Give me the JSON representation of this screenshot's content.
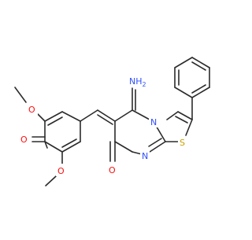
{
  "molecule": {
    "atom_labels": {
      "amine": "NH",
      "amine_sub": "2",
      "ring_n": "N",
      "imine_n": "N",
      "sulfur": "S",
      "ketone_o": "O",
      "quinone_o": "O",
      "methoxy_o_top": "O",
      "methoxy_o_bottom": "O"
    },
    "colors": {
      "bond": "#2b2b2b",
      "nitrogen": "#3050f8",
      "oxygen": "#ff0d0d",
      "sulfur": "#c8a000",
      "background": "#ffffff"
    }
  }
}
